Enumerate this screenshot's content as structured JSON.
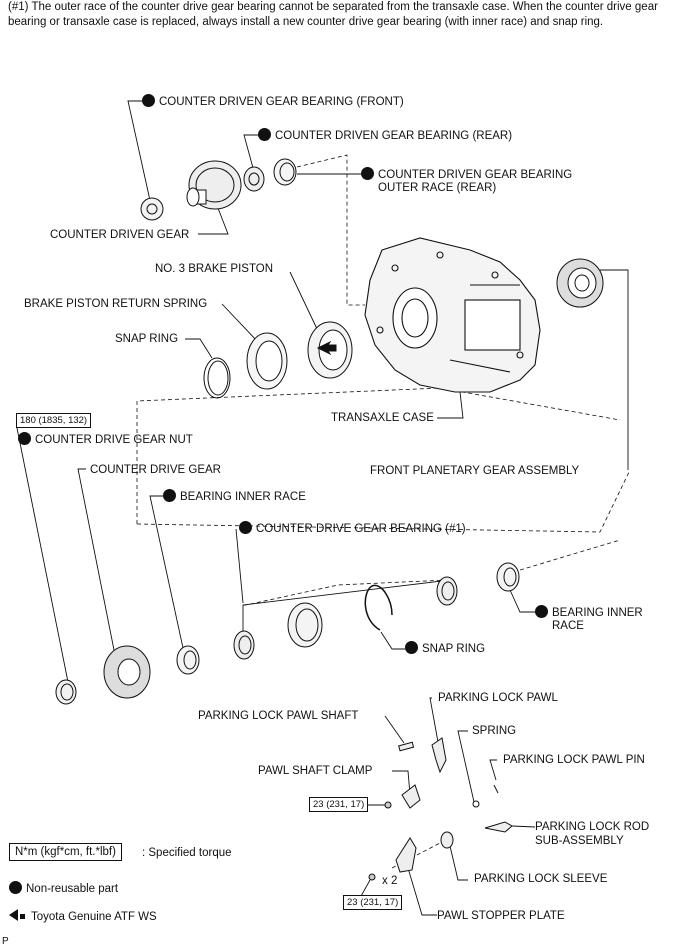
{
  "note": "(#1) The outer race of the counter drive gear bearing cannot be separated from the transaxle case. When the counter drive gear bearing or transaxle case is replaced, always install a new counter drive gear bearing (with inner race) and snap ring.",
  "labels": {
    "counter_driven_gear_bearing_front": "COUNTER DRIVEN GEAR BEARING (FRONT)",
    "counter_driven_gear_bearing_rear": "COUNTER DRIVEN GEAR BEARING (REAR)",
    "outer_race_rear_line1": "COUNTER DRIVEN GEAR BEARING",
    "outer_race_rear_line2": "OUTER RACE (REAR)",
    "counter_driven_gear": "COUNTER DRIVEN GEAR",
    "no3_brake_piston": "NO. 3 BRAKE PISTON",
    "brake_piston_return_spring": "BRAKE PISTON RETURN SPRING",
    "snap_ring_upper": "SNAP RING",
    "transaxle_case": "TRANSAXLE CASE",
    "counter_drive_gear_nut": "COUNTER DRIVE GEAR NUT",
    "counter_drive_gear": "COUNTER DRIVE GEAR",
    "front_planetary_gear_assembly": "FRONT PLANETARY GEAR ASSEMBLY",
    "bearing_inner_race_left": "BEARING INNER RACE",
    "counter_drive_gear_bearing": "COUNTER DRIVE GEAR BEARING (#1)",
    "bearing_inner_race_right_line1": "BEARING INNER",
    "bearing_inner_race_right_line2": "RACE",
    "snap_ring_lower": "SNAP RING",
    "parking_lock_pawl": "PARKING LOCK PAWL",
    "parking_lock_pawl_shaft": "PARKING LOCK PAWL SHAFT",
    "spring": "SPRING",
    "pawl_shaft_clamp": "PAWL SHAFT CLAMP",
    "parking_lock_pawl_pin": "PARKING LOCK PAWL PIN",
    "parking_lock_rod_line1": "PARKING LOCK ROD",
    "parking_lock_rod_line2": "SUB-ASSEMBLY",
    "parking_lock_sleeve": "PARKING LOCK SLEEVE",
    "pawl_stopper_plate": "PAWL STOPPER PLATE",
    "x2": "x 2"
  },
  "torques": {
    "nut": "180 (1835, 132)",
    "clamp": "23 (231, 17)",
    "stopper": "23 (231, 17)"
  },
  "legend": {
    "torque_unit": "N*m (kgf*cm, ft.*lbf)",
    "torque_desc": ": Specified torque",
    "non_reusable": "Non-reusable part",
    "atf": "Toyota Genuine ATF WS"
  },
  "corner_code": "P"
}
